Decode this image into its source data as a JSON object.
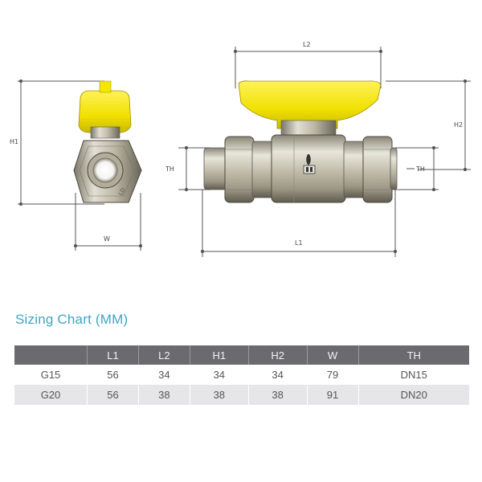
{
  "drawing": {
    "labels": {
      "h1": "H1",
      "w": "W",
      "th_left": "TH",
      "th_right": "TH",
      "l1": "L1",
      "l2": "L2",
      "h2": "H2"
    },
    "colors": {
      "handle": "#f0e000",
      "handle_dark": "#c8b800",
      "brass_light": "#e4e1d6",
      "brass_mid": "#b9b4a2",
      "brass_dark": "#6e6a5c",
      "dim_line": "#555555"
    }
  },
  "sizing_chart": {
    "title": "Sizing Chart (MM)",
    "headers": [
      "",
      "L1",
      "L2",
      "H1",
      "H2",
      "W",
      "TH"
    ],
    "rows": [
      [
        "G15",
        "56",
        "34",
        "34",
        "34",
        "79",
        "DN15"
      ],
      [
        "G20",
        "56",
        "38",
        "38",
        "38",
        "91",
        "DN20"
      ]
    ]
  }
}
